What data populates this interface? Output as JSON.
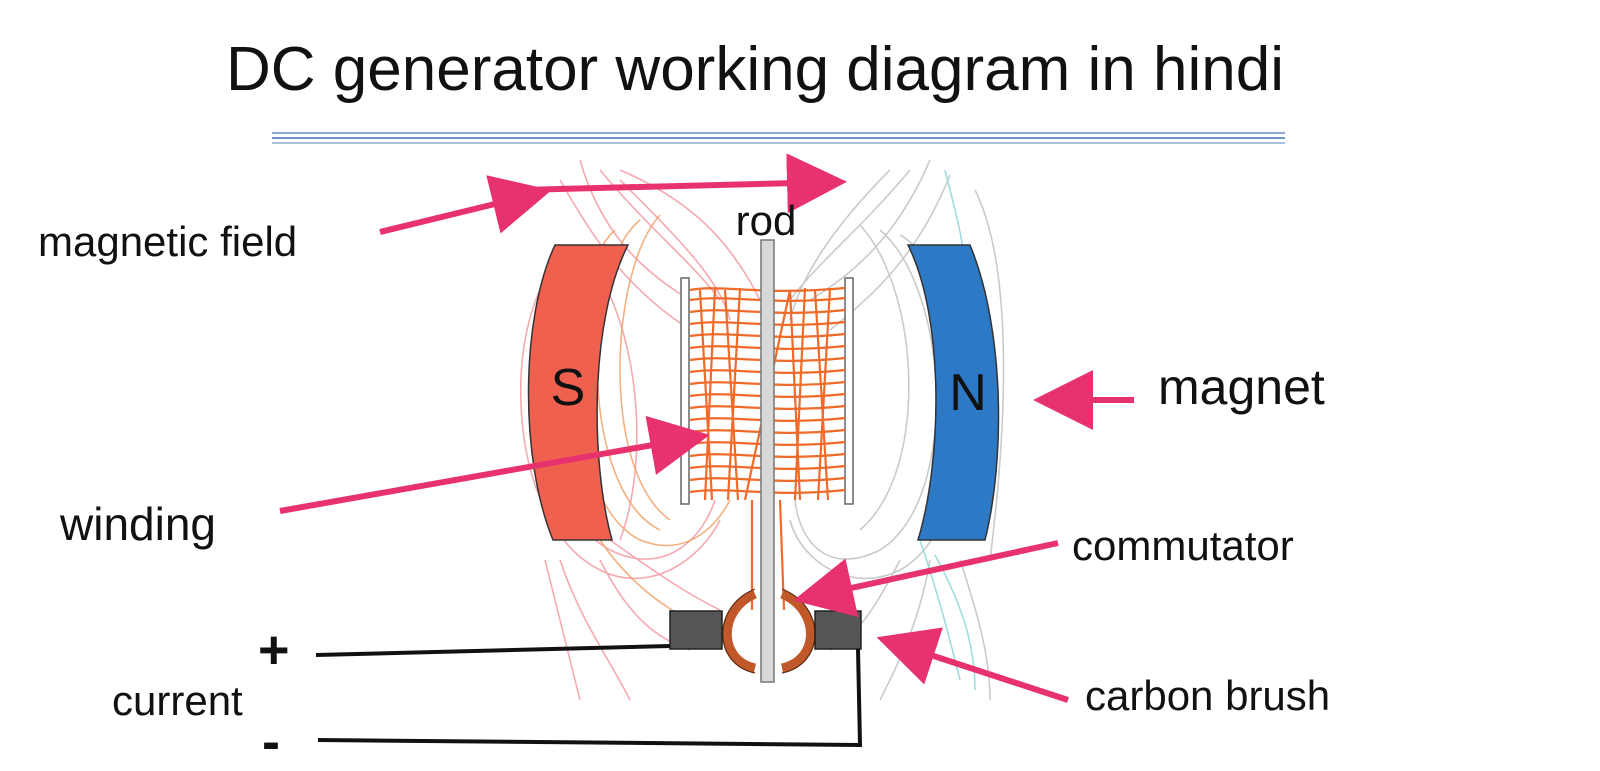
{
  "title": "DC generator working diagram in hindi",
  "labels": {
    "magnetic_field": "magnetic field",
    "rod": "rod",
    "magnet": "magnet",
    "winding": "winding",
    "commutator": "commutator",
    "carbon_brush": "carbon brush",
    "current": "current",
    "plus": "+",
    "minus": "-"
  },
  "poles": {
    "south": "S",
    "north": "N"
  },
  "colors": {
    "arrow": "#e8326e",
    "south_magnet": "#f0604e",
    "north_magnet": "#2d79c6",
    "winding": "#f06a2a",
    "commutator": "#c0582a",
    "brush": "#555555",
    "rod": "#d8d8d8",
    "field_lines_left": "#f4a0a8",
    "field_lines_right": "#c8c8c8",
    "title_rule": "#8aa8d0"
  }
}
